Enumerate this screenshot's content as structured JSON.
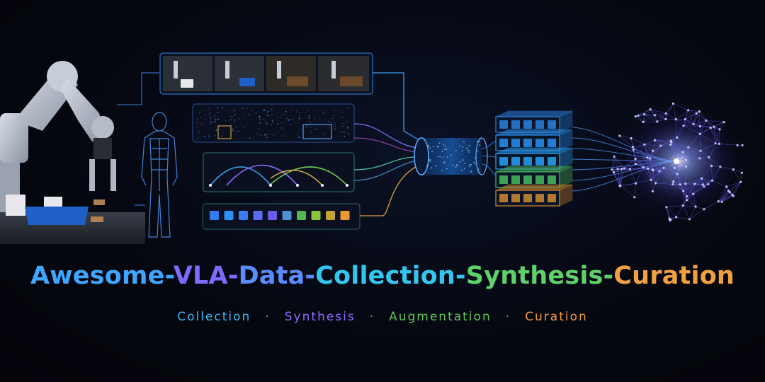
{
  "title": {
    "segments": [
      {
        "text": "Awesome-",
        "color": "#3fa5ff"
      },
      {
        "text": "VLA-",
        "color": "#7b6cff"
      },
      {
        "text": "Data-",
        "color": "#5b8cff"
      },
      {
        "text": "Collection-",
        "color": "#33c7f0"
      },
      {
        "text": "Synthesis-",
        "color": "#5fd16a"
      },
      {
        "text": "Curation",
        "color": "#f0a040"
      }
    ]
  },
  "subtitle": {
    "items": [
      {
        "text": "Collection",
        "color": "#3ab8f5"
      },
      {
        "text": "Synthesis",
        "color": "#8a6cff"
      },
      {
        "text": "Augmentation",
        "color": "#62c55a"
      },
      {
        "text": "Curation",
        "color": "#f09a40"
      }
    ],
    "separator": "·"
  },
  "token_colors": [
    "#2f7df0",
    "#2f8ff5",
    "#3a7cf5",
    "#5a6cf2",
    "#6a5ce8",
    "#4f8fd8",
    "#52b552",
    "#8cc43c",
    "#c4a430",
    "#e89a30"
  ],
  "db_layer_colors": [
    "#2a7fe0",
    "#2a8ff0",
    "#2aa0f5",
    "#4ab85a",
    "#d08a30"
  ],
  "brain_color": "#6a5cf0"
}
